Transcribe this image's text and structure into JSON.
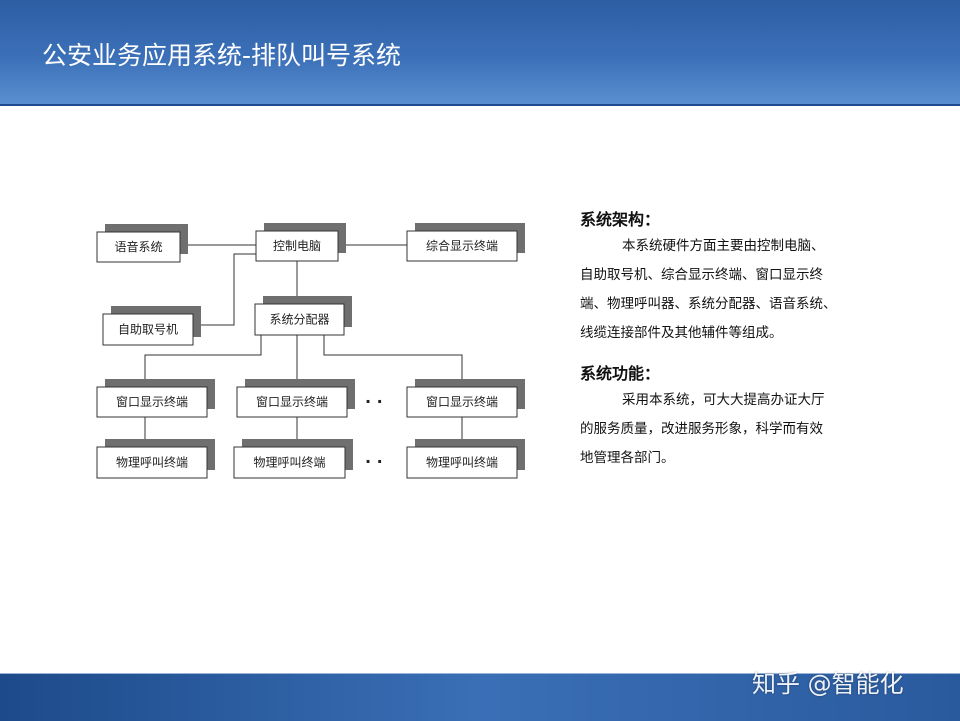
{
  "header": {
    "title": "公安业务应用系统-排队叫号系统"
  },
  "diagram": {
    "voice": "语音系统",
    "control_pc": "控制电脑",
    "main_display": "综合显示终端",
    "kiosk": "自助取号机",
    "distributor": "系统分配器",
    "window_display": [
      "窗口显示终端",
      "窗口显示终端",
      "窗口显示终端"
    ],
    "caller": [
      "物理呼叫终端",
      "物理呼叫终端",
      "物理呼叫终端"
    ],
    "ellipsis": "· ·"
  },
  "info": {
    "arch_heading": "系统架构：",
    "arch_lines": [
      "本系统硬件方面主要由控制电脑、",
      "自助取号机、综合显示终端、窗口显示终",
      "端、物理呼叫器、系统分配器、语音系统、",
      "线缆连接部件及其他辅件等组成。"
    ],
    "func_heading": "系统功能：",
    "func_lines": [
      "采用本系统，可大大提高办证大厅",
      "的服务质量，改进服务形象，科学而有效",
      "地管理各部门。"
    ]
  },
  "footer": {
    "watermark": "知乎 @智能化"
  }
}
